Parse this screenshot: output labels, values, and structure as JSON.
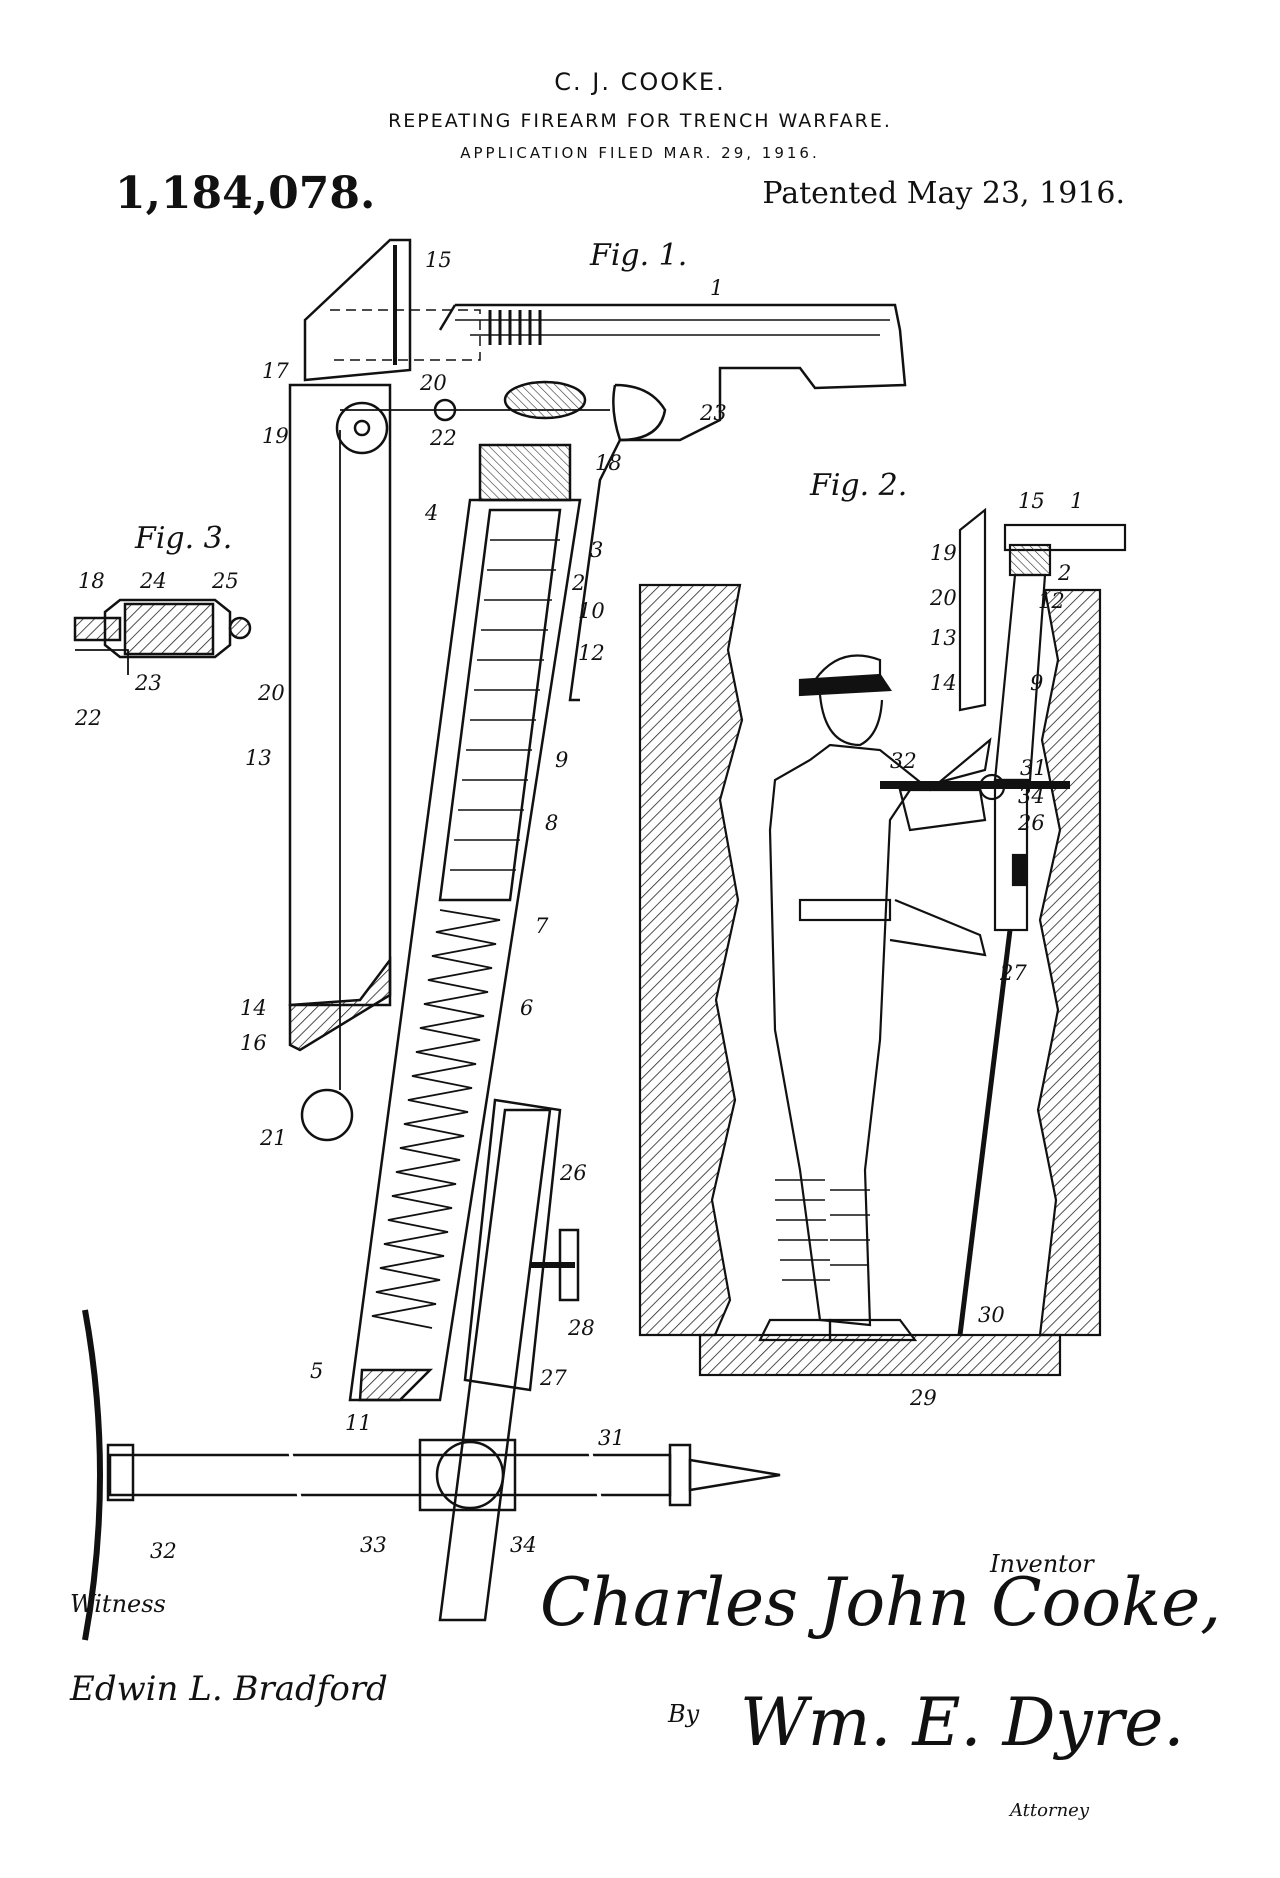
{
  "header": {
    "inventor": "C. J. COOKE.",
    "title": "REPEATING FIREARM FOR TRENCH WARFARE.",
    "filed": "APPLICATION FILED MAR. 29, 1916.",
    "patent_number": "1,184,078.",
    "patent_date": "Patented May 23, 1916."
  },
  "figures": {
    "fig1": "Fig. 1.",
    "fig2": "Fig. 2.",
    "fig3": "Fig. 3."
  },
  "reference_numerals": {
    "n1": "1",
    "n2": "2",
    "n3": "3",
    "n4": "4",
    "n5": "5",
    "n6": "6",
    "n7": "7",
    "n8": "8",
    "n9": "9",
    "n10": "10",
    "n11": "11",
    "n12": "12",
    "n13": "13",
    "n14": "14",
    "n15": "15",
    "n16": "16",
    "n17": "17",
    "n18": "18",
    "n19": "19",
    "n20": "20",
    "n21": "21",
    "n22": "22",
    "n23": "23",
    "n24": "24",
    "n25": "25",
    "n26": "26",
    "n27": "27",
    "n28": "28",
    "n29": "29",
    "n30": "30",
    "n31": "31",
    "n32": "32",
    "n33": "33",
    "n34": "34"
  },
  "signatures": {
    "witness_label": "Witness",
    "witness_name": "Edwin L. Bradford",
    "inventor_label": "Inventor",
    "inventor_name": "Charles John Cooke,",
    "by_label": "By",
    "attorney_name": "Wm. E. Dyre.",
    "attorney_label": "Attorney"
  }
}
